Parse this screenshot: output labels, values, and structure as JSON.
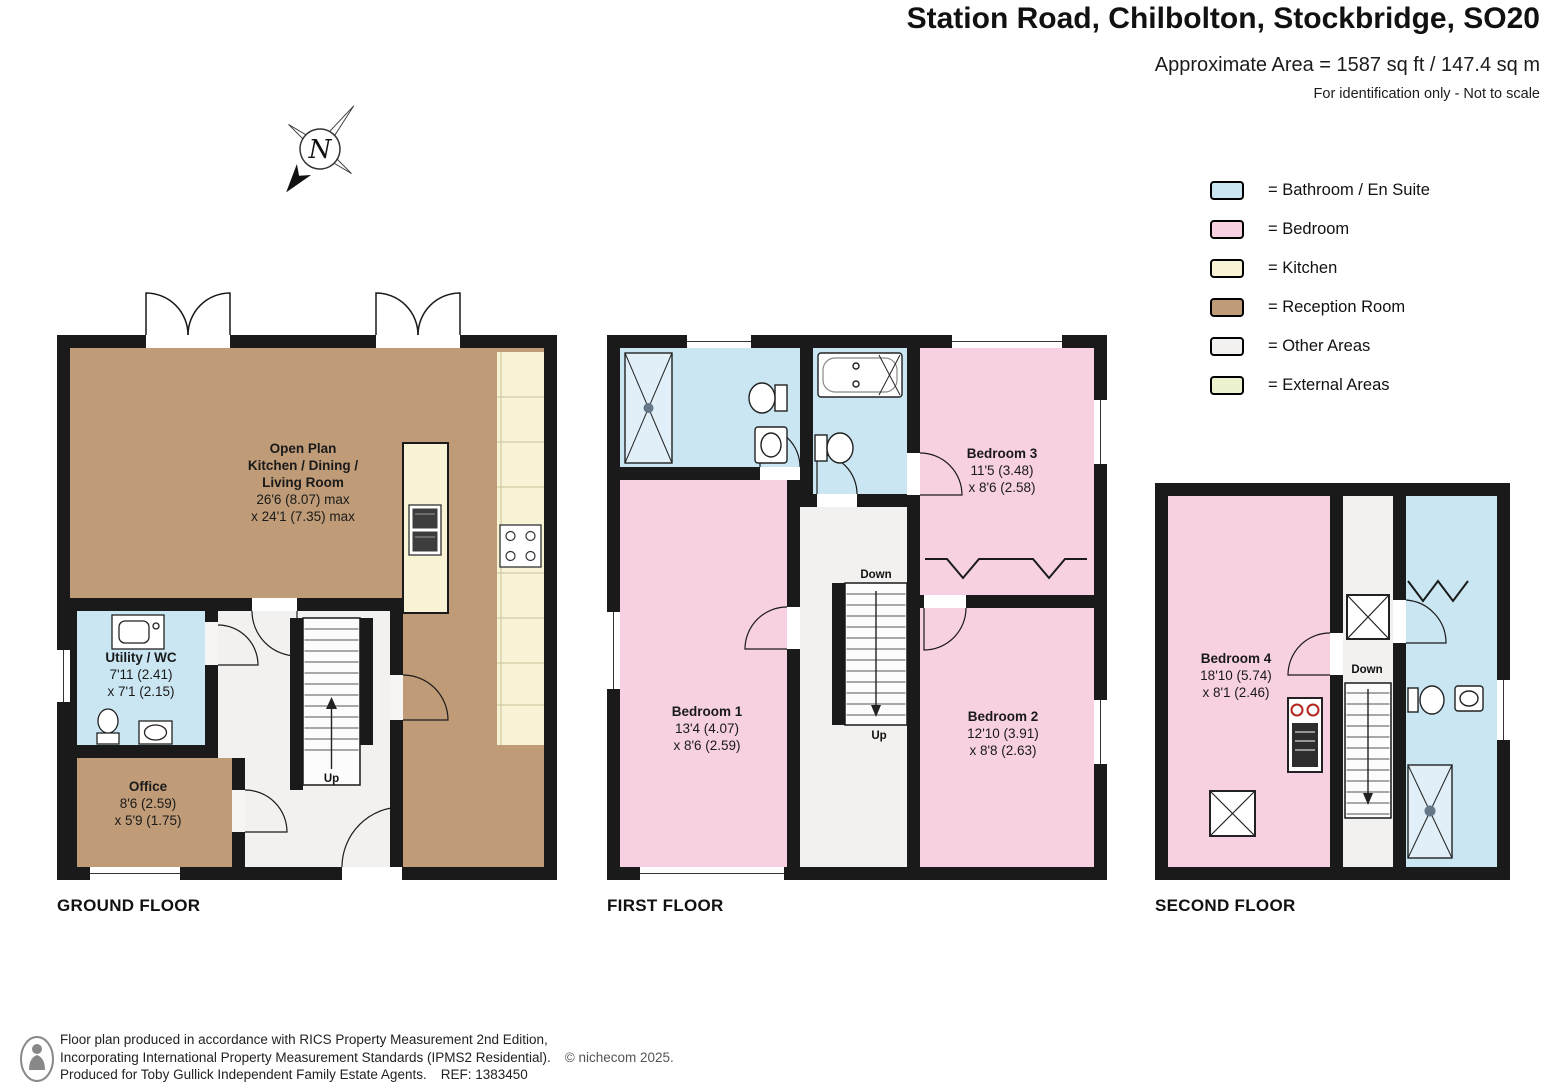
{
  "header": {
    "title": "Station Road, Chilbolton, Stockbridge, SO20",
    "area": "Approximate Area = 1587 sq ft / 147.4 sq m",
    "disclaimer": "For identification only - Not to scale"
  },
  "compass": {
    "label": "N"
  },
  "colors": {
    "bathroom": "#c9e6f2",
    "bedroom": "#f7d0e1",
    "kitchen": "#f8f3d4",
    "reception": "#bf9b77",
    "other": "#f2f1f0",
    "external": "#ecf2cd",
    "wall": "#1a1a1a"
  },
  "legend": {
    "items": [
      {
        "label": "= Bathroom / En Suite",
        "color": "#c9e6f2"
      },
      {
        "label": "= Bedroom",
        "color": "#f7d0e1"
      },
      {
        "label": "= Kitchen",
        "color": "#f8f3d4"
      },
      {
        "label": "= Reception Room",
        "color": "#bf9b77"
      },
      {
        "label": "= Other Areas",
        "color": "#f2f1f0"
      },
      {
        "label": "= External Areas",
        "color": "#ecf2cd"
      }
    ]
  },
  "floors": {
    "ground": {
      "caption": "GROUND FLOOR",
      "open_plan": {
        "line1": "Open Plan",
        "line2": "Kitchen / Dining /",
        "line3": "Living Room",
        "dim1": "26'6 (8.07) max",
        "dim2": "x 24'1 (7.35) max"
      },
      "utility": {
        "name": "Utility / WC",
        "dim1": "7'11 (2.41)",
        "dim2": "x 7'1 (2.15)"
      },
      "office": {
        "name": "Office",
        "dim1": "8'6 (2.59)",
        "dim2": "x 5'9 (1.75)"
      },
      "up_label": "Up"
    },
    "first": {
      "caption": "FIRST FLOOR",
      "bedroom1": {
        "name": "Bedroom 1",
        "dim1": "13'4 (4.07)",
        "dim2": "x 8'6 (2.59)"
      },
      "bedroom2": {
        "name": "Bedroom 2",
        "dim1": "12'10 (3.91)",
        "dim2": "x 8'8 (2.63)"
      },
      "bedroom3": {
        "name": "Bedroom 3",
        "dim1": "11'5 (3.48)",
        "dim2": "x 8'6 (2.58)"
      },
      "down_label": "Down",
      "up_label": "Up"
    },
    "second": {
      "caption": "SECOND FLOOR",
      "bedroom4": {
        "name": "Bedroom 4",
        "dim1": "18'10 (5.74)",
        "dim2": "x 8'1 (2.46)"
      },
      "down_label": "Down"
    }
  },
  "footer": {
    "line1": "Floor plan produced in accordance with RICS Property Measurement 2nd Edition,",
    "line2": "Incorporating International Property Measurement Standards (IPMS2 Residential).",
    "copyright": "© nichecom 2025.",
    "line3": "Produced for Toby Gullick Independent Family Estate Agents.",
    "ref": "REF:  1383450"
  }
}
